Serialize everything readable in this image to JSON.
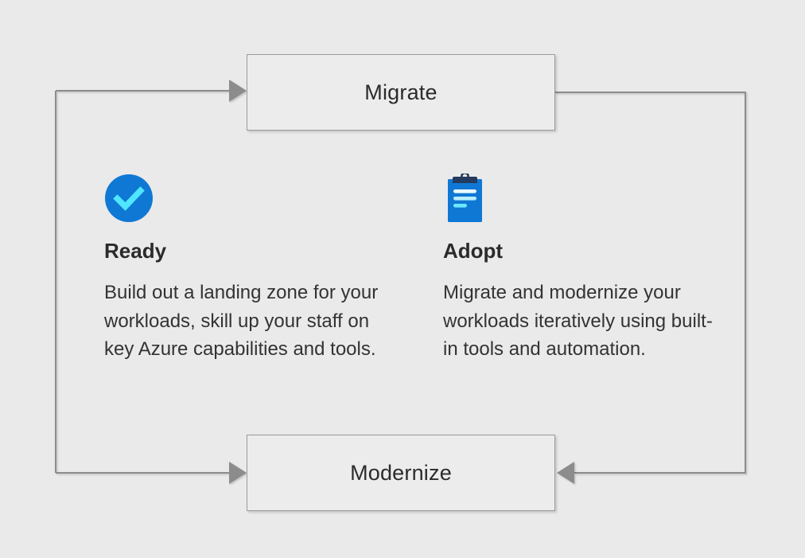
{
  "diagram": {
    "type": "cycle-flow",
    "background_color": "#eaeaea",
    "boxes": [
      {
        "id": "migrate",
        "label": "Migrate"
      },
      {
        "id": "modernize",
        "label": "Modernize"
      }
    ],
    "columns": [
      {
        "id": "ready",
        "icon": "blue-circle-checkmark-icon",
        "icon_colors": {
          "circle": "#0f78d4",
          "check": "#50e6ff"
        },
        "heading": "Ready",
        "body": "Build out a landing zone for your workloads, skill up your staff on key Azure capabilities and tools."
      },
      {
        "id": "adopt",
        "icon": "clipboard-icon",
        "icon_colors": {
          "board": "#0f78d4",
          "clip": "#243a5e",
          "lines": "#c3f1ff"
        },
        "heading": "Adopt",
        "body": "Migrate and modernize your workloads iteratively using built-in tools and automation."
      }
    ],
    "connectors": [
      {
        "id": "left-loop-to-migrate",
        "from": "loop-left",
        "to": "migrate",
        "arrowhead": "right"
      },
      {
        "id": "left-loop-to-modernize",
        "from": "loop-left",
        "to": "modernize",
        "arrowhead": "right"
      },
      {
        "id": "migrate-to-right-loop",
        "from": "migrate",
        "to": "loop-right",
        "arrowhead": "none"
      },
      {
        "id": "right-loop-to-modernize",
        "from": "loop-right",
        "to": "modernize",
        "arrowhead": "left"
      }
    ],
    "line_color": "#8c8c8c",
    "arrow_color": "#8c8c8c"
  }
}
